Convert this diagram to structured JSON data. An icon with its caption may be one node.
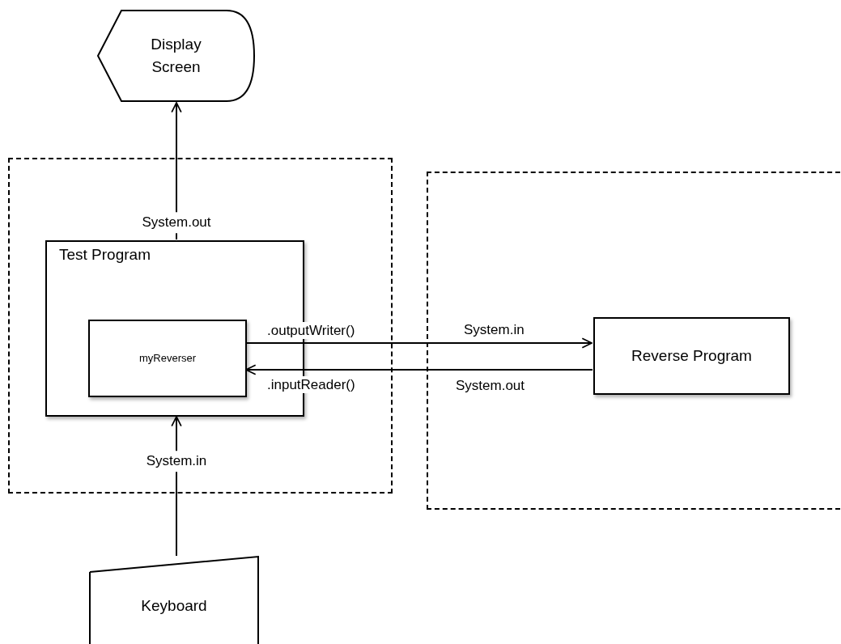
{
  "diagram": {
    "nodes": [
      {
        "text": [
          "Display Screen"
        ]
      },
      {
        "text": [],
        "shape": "box"
      },
      {
        "text": [
          "Test Program"
        ],
        "in": 1
      },
      {
        "text": [
          "myReverser"
        ],
        "in": 2
      },
      {
        "text": [],
        "shape": "box"
      },
      {
        "text": [
          "Reverse Program"
        ],
        "in": 4
      },
      {
        "text": [
          "Keyboard"
        ]
      }
    ],
    "edges": [
      {
        "from": 2,
        "to": 0,
        "arrow": "to",
        "label": "System.out"
      },
      {
        "from": 6,
        "to": 2,
        "arrow": "to",
        "label": "System.in"
      },
      {
        "from": 3,
        "to": 5,
        "arrow": "to",
        "label": ".outputWriter()"
      },
      {
        "from": 5,
        "to": 3,
        "arrow": "to",
        "label": ".inputReader()"
      }
    ],
    "labels": [
      "System.in",
      "System.out"
    ]
  }
}
